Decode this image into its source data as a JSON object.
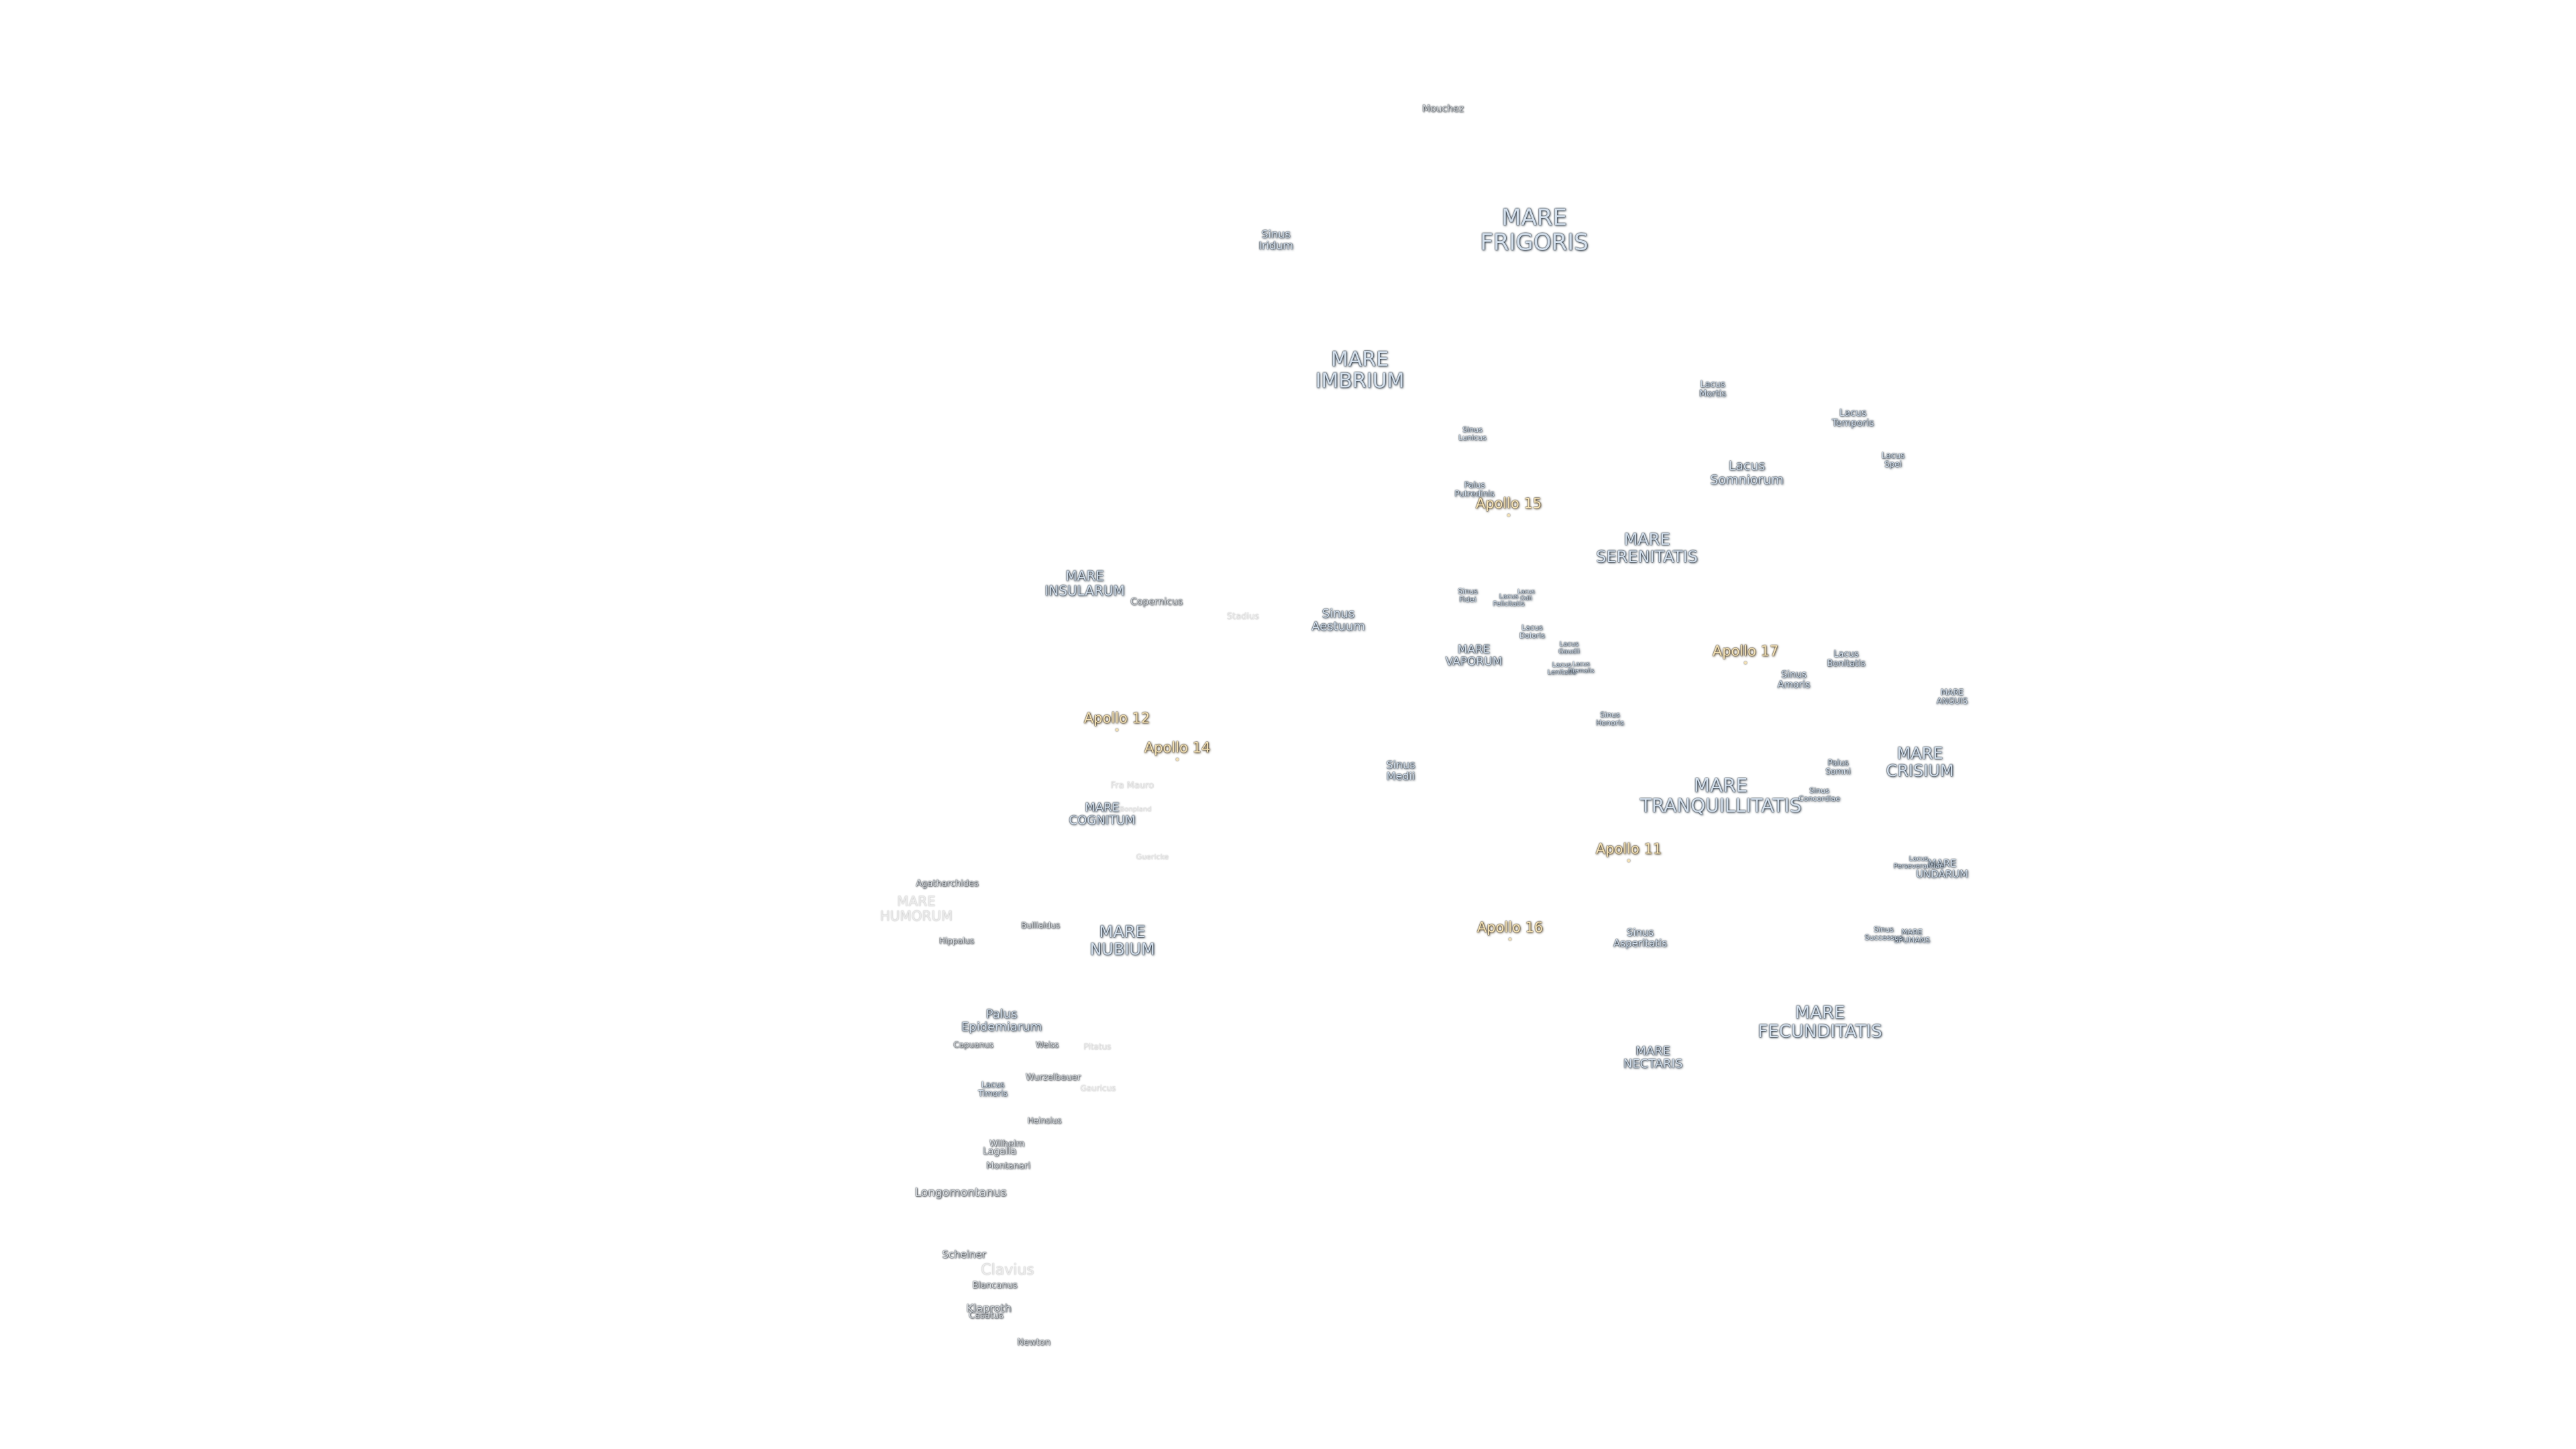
{
  "map": {
    "labels": [
      {
        "id": "mare-frigoris",
        "kind": "mare",
        "text": "MARE\nFRIGORIS"
      },
      {
        "id": "mare-imbrium",
        "kind": "mare",
        "text": "MARE\nIMBRIUM"
      },
      {
        "id": "mare-serenitatis",
        "kind": "mare",
        "text": "MARE\nSERENITATIS"
      },
      {
        "id": "mare-tranquillitatis",
        "kind": "mare",
        "text": "MARE\nTRANQUILLITATIS"
      },
      {
        "id": "mare-crisium",
        "kind": "mare",
        "text": "MARE\nCRISIUM"
      },
      {
        "id": "mare-fecunditatis",
        "kind": "mare",
        "text": "MARE\nFECUNDITATIS"
      },
      {
        "id": "mare-nubium",
        "kind": "mare",
        "text": "MARE\nNUBIUM"
      },
      {
        "id": "mare-insularum",
        "kind": "mare",
        "text": "MARE\nINSULARUM"
      },
      {
        "id": "mare-cognitum",
        "kind": "mare",
        "text": "MARE\nCOGNITUM"
      },
      {
        "id": "mare-nectaris",
        "kind": "mare",
        "text": "MARE\nNECTARIS"
      },
      {
        "id": "mare-vaporum",
        "kind": "mare",
        "text": "MARE\nVAPORUM"
      },
      {
        "id": "mare-humorum",
        "kind": "faint",
        "text": "MARE\nHUMORUM"
      },
      {
        "id": "mare-anguis",
        "kind": "minor",
        "text": "MARE\nANGUIS"
      },
      {
        "id": "mare-undarum",
        "kind": "minor",
        "text": "MARE\nUNDARUM"
      },
      {
        "id": "mare-spumans",
        "kind": "minor",
        "text": "MARE\nSPUMANS"
      },
      {
        "id": "sinus-iridum",
        "kind": "minor",
        "text": "Sinus\nIridum"
      },
      {
        "id": "sinus-aestuum",
        "kind": "minor",
        "text": "Sinus\nAestuum"
      },
      {
        "id": "sinus-medii",
        "kind": "minor",
        "text": "Sinus\nMedii"
      },
      {
        "id": "sinus-asperitatis",
        "kind": "minor",
        "text": "Sinus\nAsperitatis"
      },
      {
        "id": "sinus-amoris",
        "kind": "minor",
        "text": "Sinus\nAmoris"
      },
      {
        "id": "sinus-honoris",
        "kind": "minor",
        "text": "Sinus\nHonoris"
      },
      {
        "id": "sinus-concordiae",
        "kind": "minor",
        "text": "Sinus\nConcordiae"
      },
      {
        "id": "sinus-successus",
        "kind": "minor",
        "text": "Sinus\nSuccessus"
      },
      {
        "id": "sinus-lunicus",
        "kind": "minor",
        "text": "Sinus\nLunicus"
      },
      {
        "id": "sinus-fidei",
        "kind": "minor",
        "text": "Sinus\nFidei"
      },
      {
        "id": "lacus-somniorum",
        "kind": "minor",
        "text": "Lacus\nSomniorum"
      },
      {
        "id": "lacus-mortis",
        "kind": "minor",
        "text": "Lacus\nMortis"
      },
      {
        "id": "lacus-temporis",
        "kind": "minor",
        "text": "Lacus\nTemporis"
      },
      {
        "id": "lacus-spei",
        "kind": "minor",
        "text": "Lacus\nSpei"
      },
      {
        "id": "lacus-bonitatis",
        "kind": "minor",
        "text": "Lacus\nBonitatis"
      },
      {
        "id": "lacus-doloris",
        "kind": "minor",
        "text": "Lacus\nDoloris"
      },
      {
        "id": "lacus-gaudii",
        "kind": "minor",
        "text": "Lacus\nGaudii"
      },
      {
        "id": "lacus-lenitatis",
        "kind": "minor",
        "text": "Lacus\nLenitatis"
      },
      {
        "id": "lacus-hiemalis",
        "kind": "minor",
        "text": "Lacus\nHiemalis"
      },
      {
        "id": "lacus-felicitatis",
        "kind": "minor",
        "text": "Lacus\nFelicitatis"
      },
      {
        "id": "lacus-odii",
        "kind": "minor",
        "text": "Lacus\nOdii"
      },
      {
        "id": "lacus-perseverantiae",
        "kind": "minor",
        "text": "Lacus\nPerseverantiae"
      },
      {
        "id": "lacus-timoris",
        "kind": "minor",
        "text": "Lacus\nTimoris"
      },
      {
        "id": "palus-putredinis",
        "kind": "minor",
        "text": "Palus\nPutredinis"
      },
      {
        "id": "palus-somni",
        "kind": "minor",
        "text": "Palus\nSomni"
      },
      {
        "id": "palus-epidemiarum",
        "kind": "minor",
        "text": "Palus\nEpidemiarum"
      },
      {
        "id": "mouchez",
        "kind": "crater",
        "text": "Mouchez"
      },
      {
        "id": "copernicus",
        "kind": "crater",
        "text": "Copernicus"
      },
      {
        "id": "stadius",
        "kind": "faint",
        "text": "Stadius"
      },
      {
        "id": "fra-mauro",
        "kind": "faint",
        "text": "Fra Mauro"
      },
      {
        "id": "bonpland",
        "kind": "faint",
        "text": "Bonpland"
      },
      {
        "id": "guericke",
        "kind": "faint",
        "text": "Guericke"
      },
      {
        "id": "agatharchides",
        "kind": "crater",
        "text": "Agatharchides"
      },
      {
        "id": "bullialdus",
        "kind": "crater",
        "text": "Bullialdus"
      },
      {
        "id": "hippalus",
        "kind": "crater",
        "text": "Hippalus"
      },
      {
        "id": "capuanus",
        "kind": "crater",
        "text": "Capuanus"
      },
      {
        "id": "weiss",
        "kind": "crater",
        "text": "Weiss"
      },
      {
        "id": "pitatus",
        "kind": "faint",
        "text": "Pitatus"
      },
      {
        "id": "wurzelbauer",
        "kind": "crater",
        "text": "Wurzelbauer"
      },
      {
        "id": "gauricus",
        "kind": "faint",
        "text": "Gauricus"
      },
      {
        "id": "heinsius",
        "kind": "crater",
        "text": "Heinsius"
      },
      {
        "id": "wilhelm",
        "kind": "crater",
        "text": "Wilhelm"
      },
      {
        "id": "lagalla",
        "kind": "crater",
        "text": "Lagalla"
      },
      {
        "id": "montanari",
        "kind": "crater",
        "text": "Montanari"
      },
      {
        "id": "longomontanus",
        "kind": "crater",
        "text": "Longomontanus"
      },
      {
        "id": "scheiner",
        "kind": "crater",
        "text": "Scheiner"
      },
      {
        "id": "clavius",
        "kind": "faint",
        "text": "Clavius"
      },
      {
        "id": "blancanus",
        "kind": "crater",
        "text": "Blancanus"
      },
      {
        "id": "klaproth",
        "kind": "crater",
        "text": "Klaproth"
      },
      {
        "id": "casatus",
        "kind": "crater",
        "text": "Casatus"
      },
      {
        "id": "newton",
        "kind": "crater",
        "text": "Newton"
      }
    ],
    "apollo_sites": [
      {
        "id": "apollo-11",
        "text": "Apollo 11"
      },
      {
        "id": "apollo-12",
        "text": "Apollo 12"
      },
      {
        "id": "apollo-14",
        "text": "Apollo 14"
      },
      {
        "id": "apollo-15",
        "text": "Apollo 15"
      },
      {
        "id": "apollo-16",
        "text": "Apollo 16"
      },
      {
        "id": "apollo-17",
        "text": "Apollo 17"
      }
    ]
  }
}
